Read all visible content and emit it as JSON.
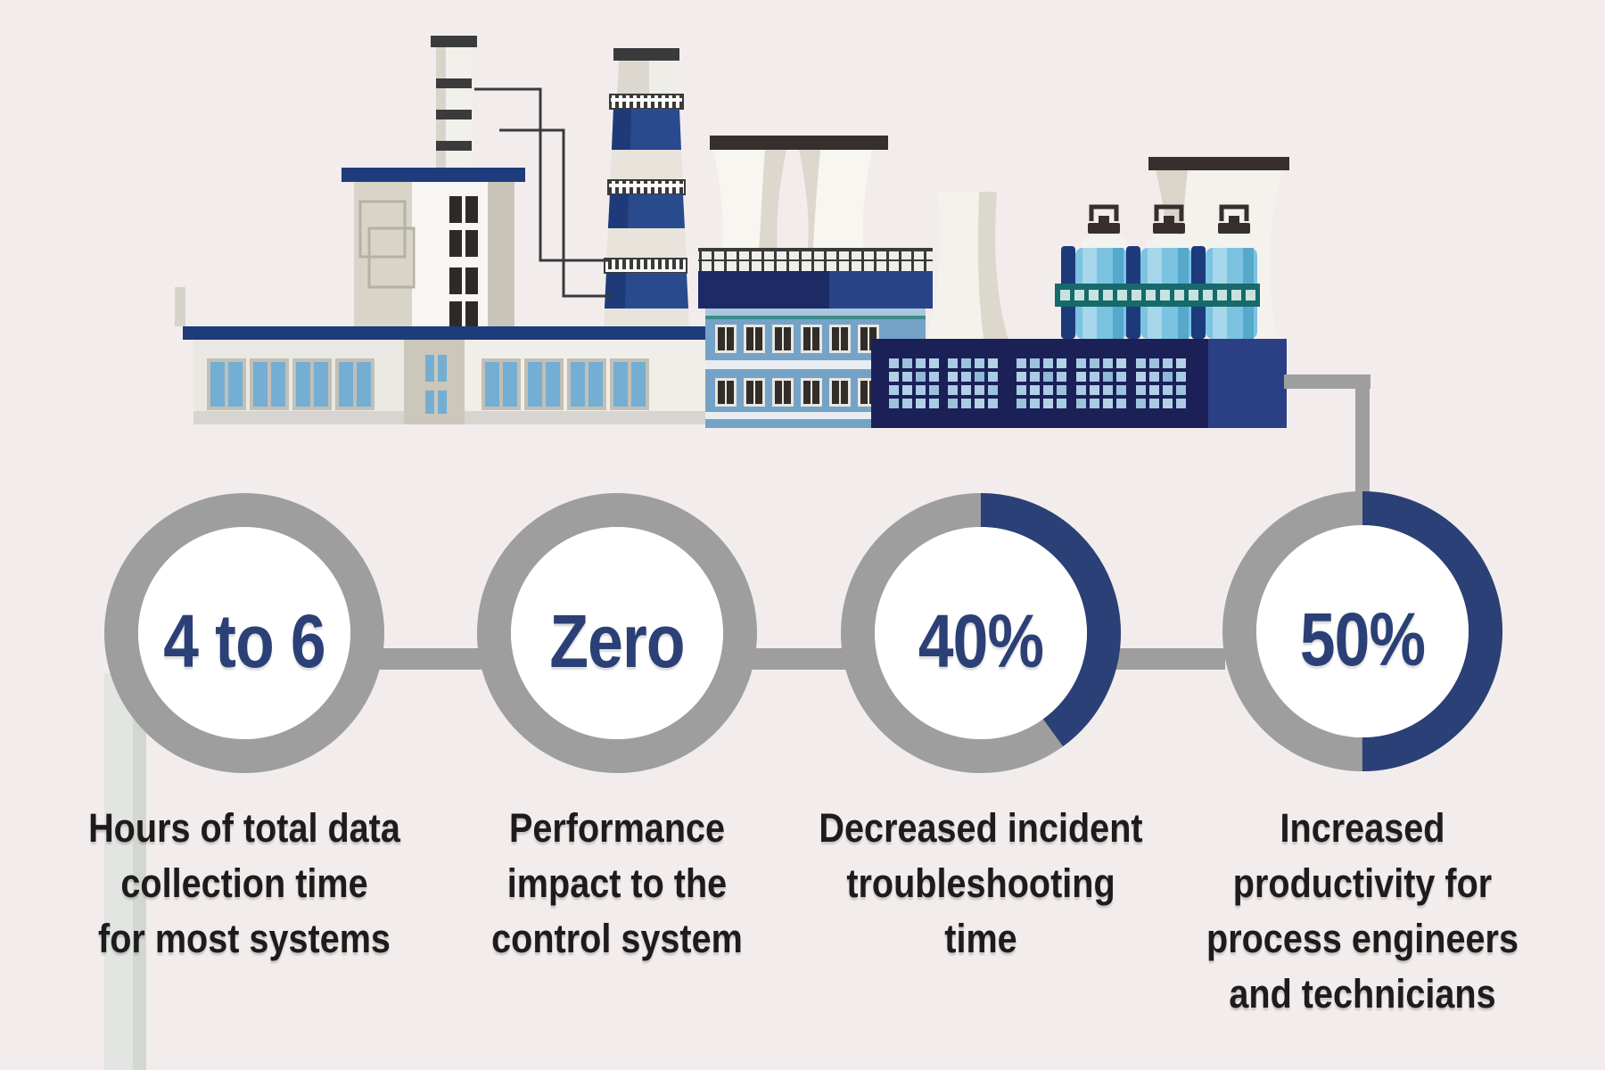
{
  "page": {
    "title": "Industrial data collection infographic",
    "background": "#f2edec"
  },
  "illustration": {
    "name": "industrial-plant",
    "description": "factory with striped chimney, banded smokestack, cooling towers, storage tanks and plant buildings"
  },
  "colors": {
    "accent_navy": "#2b4076",
    "ring_gray": "#9e9e9e",
    "label_text": "#1d1b1b",
    "background": "#f2edec",
    "inner_circle": "#ffffff"
  },
  "stats": [
    {
      "value": "4 to 6",
      "percent": null,
      "label": "Hours of total data\ncollection time\nfor most systems"
    },
    {
      "value": "Zero",
      "percent": 0,
      "label": "Performance\nimpact to the\ncontrol system"
    },
    {
      "value": "40%",
      "percent": 40,
      "label": "Decreased incident\ntroubleshooting\ntime"
    },
    {
      "value": "50%",
      "percent": 50,
      "label": "Increased\nproductivity for\nprocess engineers\nand technicians"
    }
  ]
}
